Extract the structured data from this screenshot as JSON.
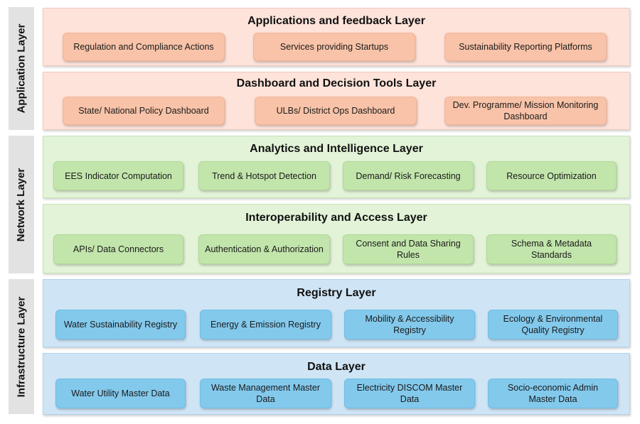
{
  "side_labels": {
    "application": "Application Layer",
    "network": "Network Layer",
    "infrastructure": "Infrastructure Layer"
  },
  "layers": [
    {
      "title": "Applications and feedback Layer",
      "boxes": [
        "Regulation and Compliance Actions",
        "Services providing Startups",
        "Sustainability Reporting Platforms"
      ]
    },
    {
      "title": "Dashboard and Decision Tools Layer",
      "boxes": [
        "State/ National Policy Dashboard",
        "ULBs/ District Ops Dashboard",
        "Dev. Programme/ Mission Monitoring Dashboard"
      ]
    },
    {
      "title": "Analytics and Intelligence Layer",
      "boxes": [
        "EES Indicator Computation",
        "Trend & Hotspot Detection",
        "Demand/ Risk Forecasting",
        "Resource Optimization"
      ]
    },
    {
      "title": "Interoperability and Access Layer",
      "boxes": [
        "APIs/ Data Connectors",
        "Authentication & Authorization",
        "Consent and Data Sharing Rules",
        "Schema & Metadata Standards"
      ]
    },
    {
      "title": "Registry Layer",
      "boxes": [
        "Water Sustainability Registry",
        "Energy & Emission Registry",
        "Mobility & Accessibility Registry",
        "Ecology & Environmental Quality Registry"
      ]
    },
    {
      "title": "Data Layer",
      "boxes": [
        "Water Utility Master Data",
        "Waste Management Master Data",
        "Electricity DISCOM Master Data",
        "Socio-economic Admin Master Data"
      ]
    }
  ],
  "colors": {
    "application_layer_bg": "#fde3da",
    "application_box": "#f8c3a8",
    "network_layer_bg": "#e2f3d7",
    "network_box": "#c2e5ab",
    "infrastructure_layer_bg": "#cfe5f5",
    "infrastructure_box": "#83c9ec",
    "side_label_bg": "#e2e2e2"
  }
}
